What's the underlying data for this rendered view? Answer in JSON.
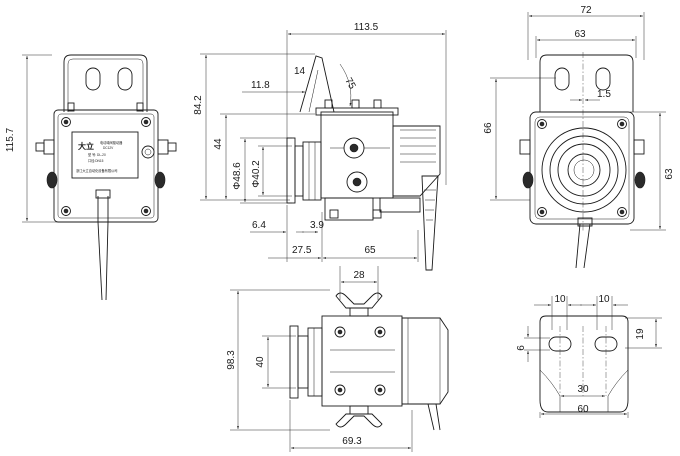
{
  "views": {
    "front": {
      "height_label": "115.7",
      "label_logo": "大立",
      "label_line1": "电动球阀驱动器",
      "label_line2": "DC12V",
      "label_line3": "型 号: DL-20",
      "label_line4": "口径:DN15",
      "label_line5": "浙江大立自动化设备有限公司"
    },
    "side": {
      "total_length": "113.5",
      "mount_height": "84.2",
      "mount_offset": "11.8",
      "angle_small": "14",
      "angle_large": "75",
      "body_height": "44",
      "outer_diameter": "Φ48.6",
      "inner_diameter": "Φ40.2",
      "flange_thickness": "6.4",
      "gap": "3.9",
      "neck_length": "27.5",
      "body_length": "65"
    },
    "rear": {
      "overall_width": "72",
      "bracket_width": "63",
      "slot_offset": "1.5",
      "slot_height": "66",
      "body_height": "63"
    },
    "top": {
      "wing_width": "28",
      "overall_height": "98.3",
      "flange_height": "40",
      "overall_length": "69.3"
    },
    "bracket": {
      "slot_width_left": "10",
      "slot_width_right": "10",
      "slot_height": "6",
      "bracket_height": "19",
      "slot_spacing": "30",
      "bracket_width": "60"
    }
  }
}
